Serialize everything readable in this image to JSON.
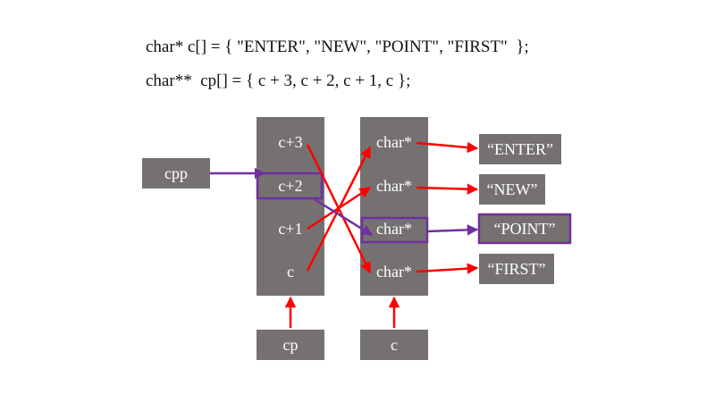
{
  "code": {
    "line1": "char* c[] = { \"ENTER\", \"NEW\", \"POINT\", \"FIRST\"  };",
    "line2": "char**  cp[] = { c + 3, c + 2, c + 1, c };"
  },
  "cp_array": {
    "cells": [
      "c+3",
      "c+2",
      "c+1",
      "c"
    ]
  },
  "c_array": {
    "cells": [
      "char*",
      "char*",
      "char*",
      "char*"
    ]
  },
  "strings": [
    "“ENTER”",
    "“NEW”",
    "“POINT”",
    "“FIRST”"
  ],
  "pointers": {
    "cpp": "cpp",
    "cp": "cp",
    "c": "c"
  },
  "colors": {
    "box": "#757171",
    "red_arrow": "#ff0000",
    "purple_arrow": "#7030a0"
  }
}
